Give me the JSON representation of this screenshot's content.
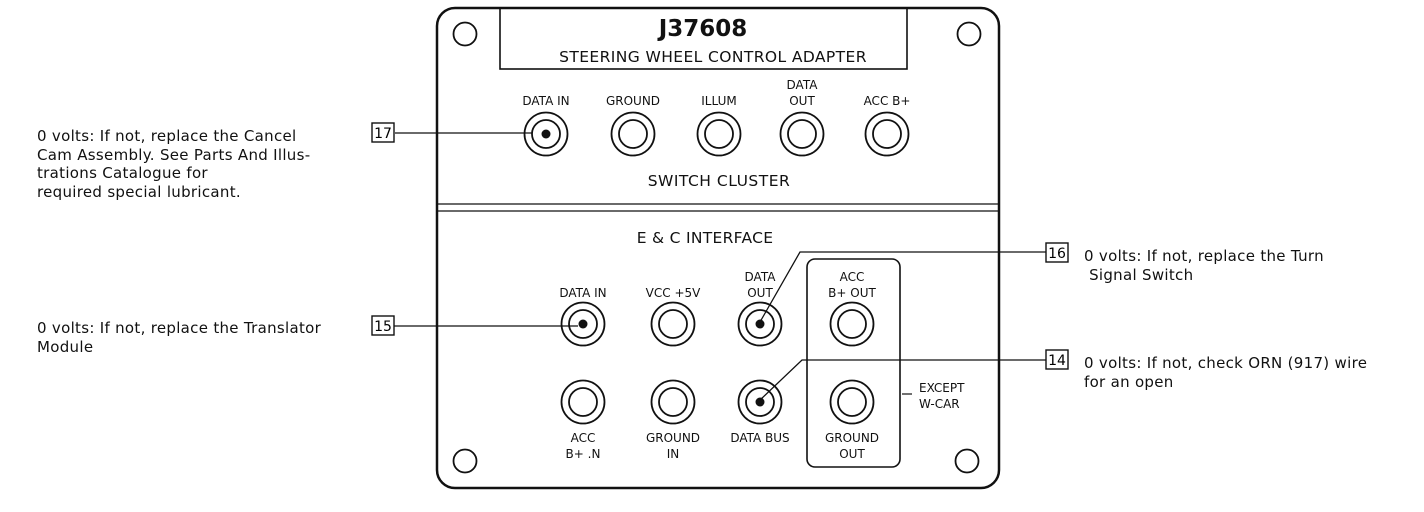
{
  "panel": {
    "part_number": "J37608",
    "subtitle": "STEERING WHEEL CONTROL ADAPTER"
  },
  "switch_cluster": {
    "title": "SWITCH CLUSTER",
    "jacks": [
      {
        "label_lines": [
          "DATA IN"
        ]
      },
      {
        "label_lines": [
          "GROUND"
        ]
      },
      {
        "label_lines": [
          "ILLUM"
        ]
      },
      {
        "label_lines": [
          "DATA",
          "OUT"
        ]
      },
      {
        "label_lines": [
          "ACC B+"
        ]
      }
    ]
  },
  "ec_interface": {
    "title": "E & C INTERFACE",
    "top_row": [
      {
        "label_lines": [
          "DATA IN"
        ]
      },
      {
        "label_lines": [
          "VCC +5V"
        ]
      },
      {
        "label_lines": [
          "DATA",
          "OUT"
        ]
      },
      {
        "label_lines": [
          "ACC",
          "B+ OUT"
        ]
      }
    ],
    "bottom_row": [
      {
        "label_lines": [
          "ACC",
          "B+ .N"
        ]
      },
      {
        "label_lines": [
          "GROUND",
          "IN"
        ]
      },
      {
        "label_lines": [
          "DATA BUS"
        ]
      },
      {
        "label_lines": [
          "GROUND",
          "OUT"
        ]
      }
    ],
    "except_label": [
      "EXCEPT",
      "W-CAR"
    ]
  },
  "callouts": [
    {
      "number": "17",
      "text_lines": [
        "0 volts: If not, replace the Cancel",
        "Cam Assembly. See Parts And Illus-",
        "trations Catalogue for",
        "required special lubricant."
      ]
    },
    {
      "number": "15",
      "text_lines": [
        "0 volts: If not, replace the Translator",
        "Module"
      ]
    },
    {
      "number": "16",
      "text_lines": [
        "0 volts: If not, replace the Turn",
        " Signal Switch"
      ]
    },
    {
      "number": "14",
      "text_lines": [
        "0 volts: If not, check ORN (917) wire",
        "for an open"
      ]
    }
  ]
}
